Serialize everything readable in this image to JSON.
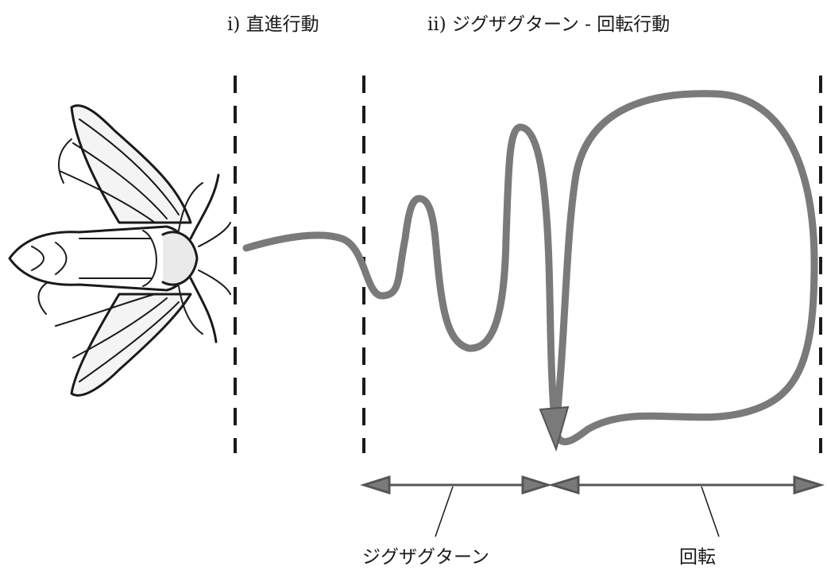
{
  "header": {
    "phase1_label": "i) 直進行動",
    "phase2_label": "ii) ジグザグターン - 回転行動"
  },
  "bottom": {
    "zigzag_label": "ジグザグターン",
    "rotation_label": "回転"
  },
  "colors": {
    "path": "#7a7a7a",
    "ink": "#1a1a1a",
    "background": "#ffffff"
  },
  "icons": {
    "insect": "moth-icon"
  }
}
